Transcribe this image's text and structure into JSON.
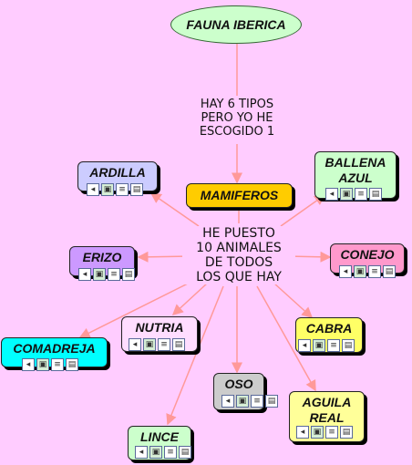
{
  "root": {
    "label": "FAUNA IBERICA",
    "color": "#ccffcc"
  },
  "link_root": [
    "HAY 6 TIPOS",
    "PERO YO HE",
    "ESCOGIDO 1"
  ],
  "category": {
    "label": "MAMIFEROS",
    "color": "#ffcc00"
  },
  "link_category": [
    "HE PUESTO",
    "10 ANIMALES",
    "DE TODOS",
    "LOS QUE HAY"
  ],
  "animals": [
    {
      "label": "ARDILLA",
      "color": "#ccccff"
    },
    {
      "label": "BALLENA AZUL",
      "color": "#ccffcc"
    },
    {
      "label": "ERIZO",
      "color": "#cc99ff"
    },
    {
      "label": "CONEJO",
      "color": "#ff99cc"
    },
    {
      "label": "NUTRIA",
      "color": "#ffddff"
    },
    {
      "label": "CABRA",
      "color": "#ffff66"
    },
    {
      "label": "COMADREJA",
      "color": "#00ffff"
    },
    {
      "label": "OSO",
      "color": "#cccccc"
    },
    {
      "label": "AGUILA REAL",
      "color": "#ffff99"
    },
    {
      "label": "LINCE",
      "color": "#ccffcc"
    }
  ],
  "resource_icons": [
    "audio-icon",
    "image-icon",
    "document-icon",
    "webpage-icon"
  ],
  "link_color": "#ff9999"
}
